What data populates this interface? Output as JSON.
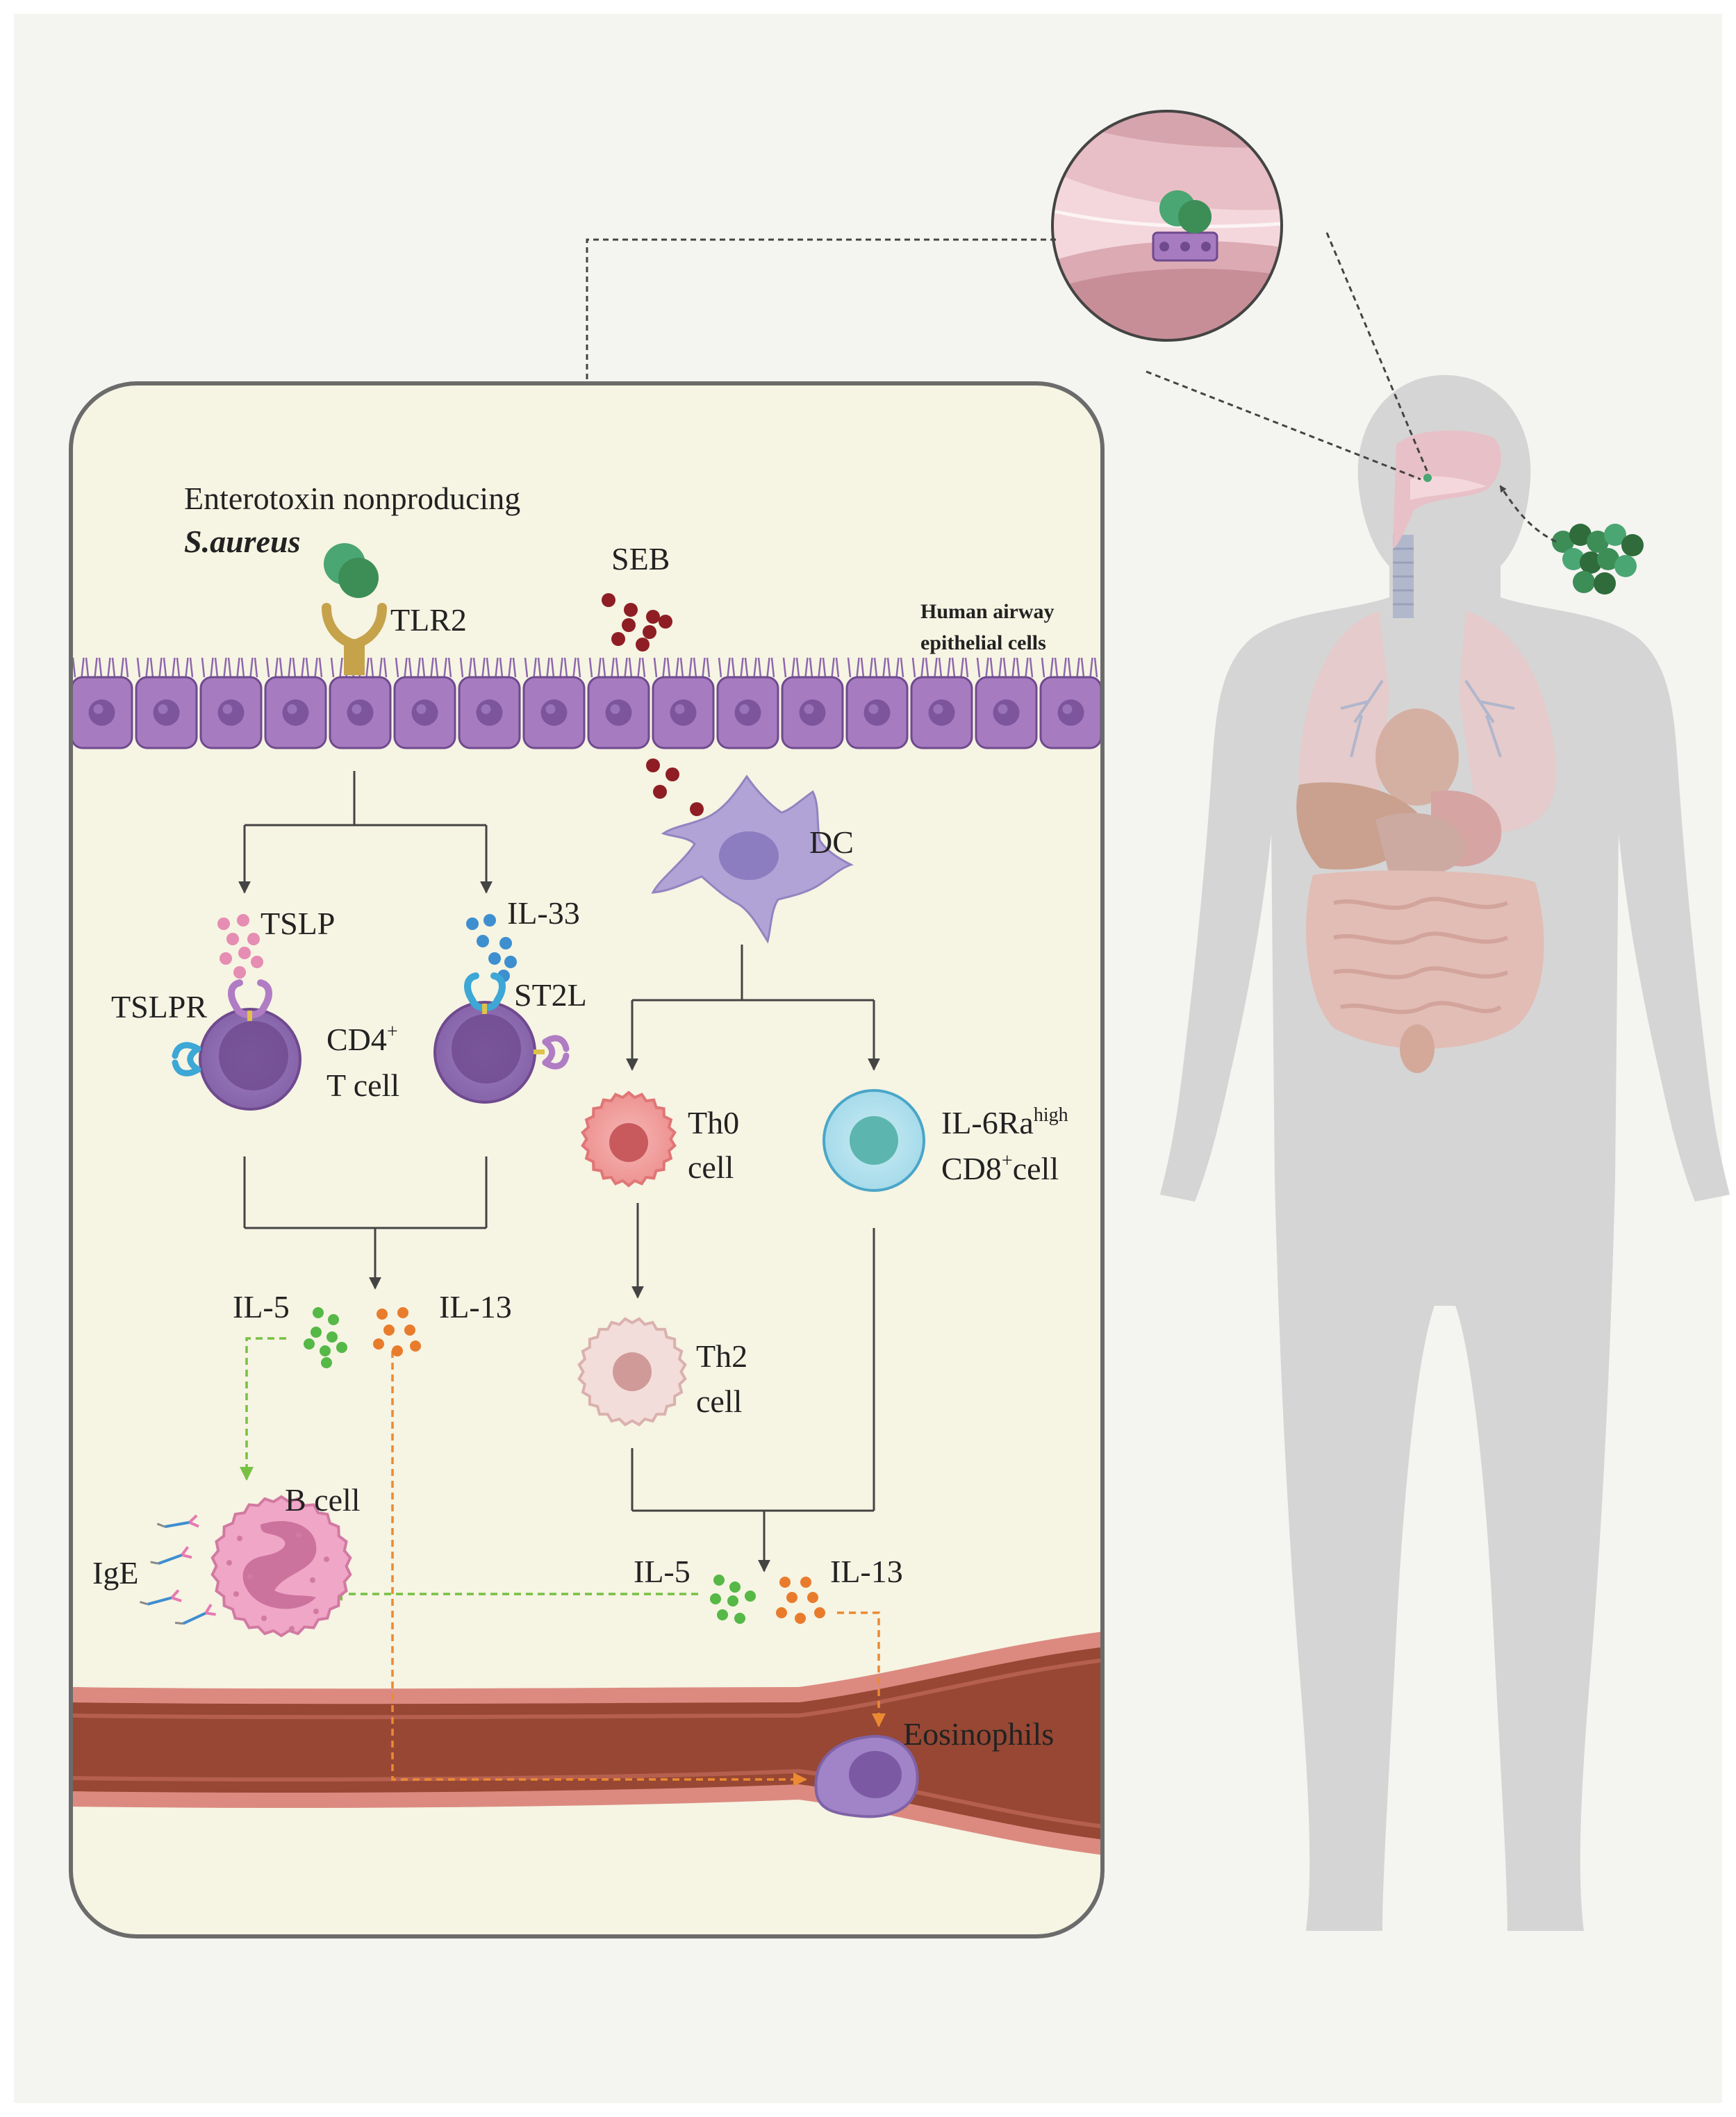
{
  "labels": {
    "enterotoxin": "Enterotoxin nonproducing",
    "saureus": "S.aureus",
    "tlr2": "TLR2",
    "seb": "SEB",
    "epithelial_1": "Human airway",
    "epithelial_2": "epithelial cells",
    "dc": "DC",
    "tslp": "TSLP",
    "il33": "IL-33",
    "st2l": "ST2L",
    "tslpr": "TSLPR",
    "cd4_main": "CD4",
    "cd4_sup": "+",
    "cd4_line2": "T cell",
    "th0_1": "Th0",
    "th0_2": "cell",
    "il6_main": "IL-6Ra",
    "il6_sup": "high",
    "cd8_main": "CD8",
    "cd8_sup": "+",
    "cd8_rest": "cell",
    "il5_left": "IL-5",
    "il13_left": "IL-13",
    "th2_1": "Th2",
    "th2_2": "cell",
    "bcell": "B cell",
    "ige": "IgE",
    "il5_right": "IL-5",
    "il13_right": "IL-13",
    "eosinophils": "Eosinophils"
  },
  "colors": {
    "background": "#f4f4f1",
    "panel_fill": "#f6f4e3",
    "panel_border": "#6b6b6b",
    "epithelium": "#a77bc0",
    "epithelium_dark": "#6f4a8e",
    "tslp_dots": "#e58db2",
    "il33_dots": "#3d8fcf",
    "il5_dots": "#55b847",
    "il13_dots": "#e87c2c",
    "seb_dots": "#8e1e24",
    "staph": "#4aa672",
    "staph_dark": "#2f6b3b",
    "vessel": "#974733",
    "vessel_edge": "#dc8a80",
    "body_silhouette": "#d5d5d5",
    "green_arrow": "#77c043",
    "orange_arrow": "#eb8a32"
  }
}
